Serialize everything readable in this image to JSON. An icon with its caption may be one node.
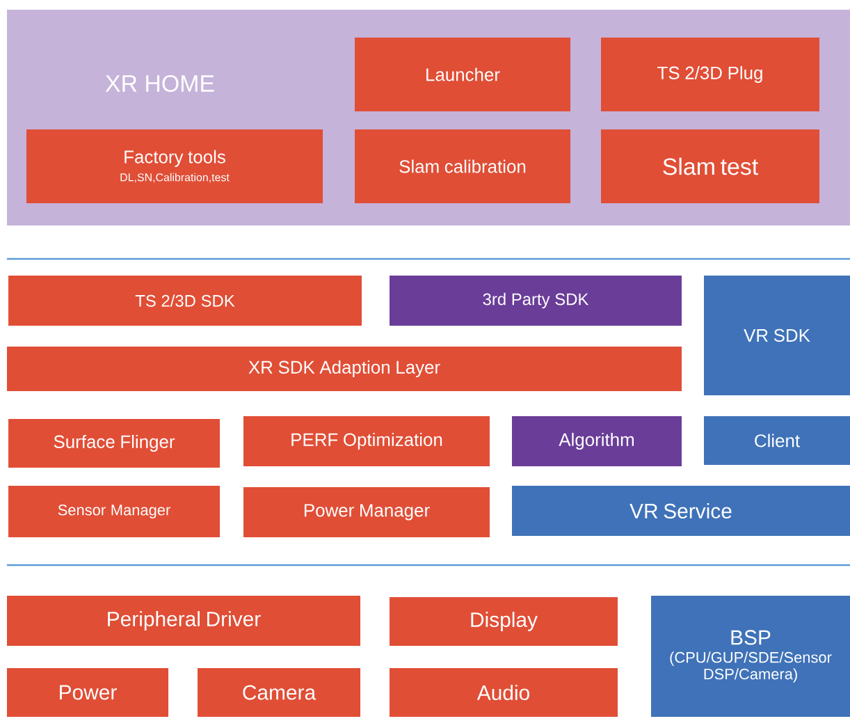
{
  "diagram": {
    "nodes": [
      {
        "text": [
          "XR HOME"
        ]
      },
      {
        "text": [
          "Launcher"
        ],
        "in": 0
      },
      {
        "text": [
          "TS 2/3D Plug"
        ],
        "in": 0
      },
      {
        "text": [
          "Factory tools",
          "DL,SN,Calibration,test"
        ],
        "in": 0
      },
      {
        "text": [
          "Slam calibration"
        ],
        "in": 0
      },
      {
        "text": [
          "Slam test"
        ],
        "in": 0
      },
      {
        "text": [
          "TS 2/3D SDK"
        ]
      },
      {
        "text": [
          "3rd  Party SDK"
        ]
      },
      {
        "text": [
          "VR SDK"
        ]
      },
      {
        "text": [
          "XR SDK Adaption Layer"
        ]
      },
      {
        "text": [
          "Surface Flinger"
        ]
      },
      {
        "text": [
          "PERF Optimization"
        ]
      },
      {
        "text": [
          "Algorithm"
        ]
      },
      {
        "text": [
          "Client"
        ]
      },
      {
        "text": [
          "Sensor Manager"
        ]
      },
      {
        "text": [
          "Power Manager"
        ]
      },
      {
        "text": [
          "VR Service"
        ]
      },
      {
        "text": [
          "Peripheral Driver"
        ]
      },
      {
        "text": [
          "Display"
        ]
      },
      {
        "text": [
          "BSP",
          "(CPU/GUP/SDE/Sensor DSP/Camera)"
        ]
      },
      {
        "text": [
          "Power"
        ]
      },
      {
        "text": [
          "Camera"
        ]
      },
      {
        "text": [
          "Audio"
        ]
      }
    ]
  }
}
